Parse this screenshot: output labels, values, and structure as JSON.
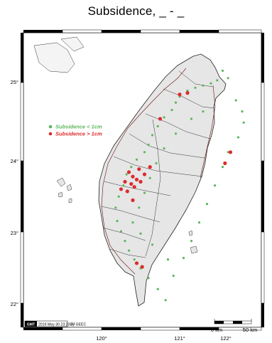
{
  "title": "Subsidence, _ - _",
  "colors": {
    "green": "#5cb85c",
    "red": "#dc2b2b",
    "land": "#e6e6e6",
    "frame_black": "#000000",
    "frame_white": "#ffffff"
  },
  "legend": {
    "items": [
      {
        "label": "Subsidence < 1cm",
        "color": "#5cb85c"
      },
      {
        "label": "Subsidence > 1cm",
        "color": "#dc2b2b"
      }
    ]
  },
  "axes": {
    "lon_ticks": [
      "120°",
      "121°",
      "122°"
    ],
    "lat_ticks": [
      "25°",
      "24°",
      "23°",
      "22°"
    ]
  },
  "stamp": {
    "logo": "GMT",
    "timestamp": "2019 May 30 23:23:37",
    "credit": "By GEEC"
  },
  "scale_bar": {
    "left_label": "0 km",
    "right_label": "50 km"
  },
  "stations": {
    "green": [
      [
        121.55,
        25.15
      ],
      [
        121.62,
        25.05
      ],
      [
        121.48,
        25.02
      ],
      [
        121.4,
        24.98
      ],
      [
        121.3,
        24.95
      ],
      [
        121.2,
        24.92
      ],
      [
        121.1,
        24.88
      ],
      [
        121.0,
        24.8
      ],
      [
        120.95,
        24.72
      ],
      [
        120.9,
        24.62
      ],
      [
        120.8,
        24.52
      ],
      [
        120.72,
        24.4
      ],
      [
        120.65,
        24.28
      ],
      [
        120.6,
        24.15
      ],
      [
        120.55,
        24.05
      ],
      [
        120.45,
        23.95
      ],
      [
        120.38,
        23.85
      ],
      [
        120.32,
        23.75
      ],
      [
        120.28,
        23.6
      ],
      [
        120.22,
        23.45
      ],
      [
        120.18,
        23.3
      ],
      [
        120.2,
        23.12
      ],
      [
        120.25,
        22.98
      ],
      [
        120.3,
        22.85
      ],
      [
        120.35,
        22.72
      ],
      [
        120.42,
        22.6
      ],
      [
        120.5,
        22.48
      ],
      [
        120.6,
        22.35
      ],
      [
        120.72,
        22.2
      ],
      [
        120.82,
        22.05
      ],
      [
        121.72,
        24.75
      ],
      [
        121.8,
        24.6
      ],
      [
        121.82,
        24.45
      ],
      [
        121.75,
        24.25
      ],
      [
        121.62,
        24.05
      ],
      [
        121.55,
        23.85
      ],
      [
        121.45,
        23.6
      ],
      [
        121.35,
        23.35
      ],
      [
        121.25,
        23.1
      ],
      [
        121.15,
        22.85
      ],
      [
        121.05,
        22.62
      ],
      [
        120.92,
        22.38
      ],
      [
        121.3,
        24.6
      ],
      [
        121.15,
        24.5
      ],
      [
        120.95,
        24.3
      ],
      [
        120.8,
        24.1
      ],
      [
        120.7,
        23.9
      ],
      [
        120.62,
        23.7
      ],
      [
        120.55,
        23.5
      ],
      [
        120.48,
        23.3
      ],
      [
        120.4,
        23.1
      ],
      [
        120.5,
        22.95
      ],
      [
        120.65,
        22.8
      ],
      [
        120.85,
        22.6
      ]
    ],
    "red": [
      [
        120.35,
        23.78
      ],
      [
        120.4,
        23.72
      ],
      [
        120.45,
        23.68
      ],
      [
        120.3,
        23.65
      ],
      [
        120.38,
        23.62
      ],
      [
        120.42,
        23.58
      ],
      [
        120.5,
        23.65
      ],
      [
        120.55,
        23.75
      ],
      [
        120.25,
        23.55
      ],
      [
        120.33,
        23.52
      ],
      [
        120.48,
        23.82
      ],
      [
        120.62,
        23.85
      ],
      [
        121.65,
        24.05
      ],
      [
        121.58,
        23.9
      ],
      [
        120.75,
        24.5
      ],
      [
        121.0,
        24.83
      ],
      [
        121.1,
        24.85
      ],
      [
        120.45,
        22.55
      ],
      [
        120.52,
        22.5
      ],
      [
        120.4,
        23.4
      ]
    ]
  }
}
